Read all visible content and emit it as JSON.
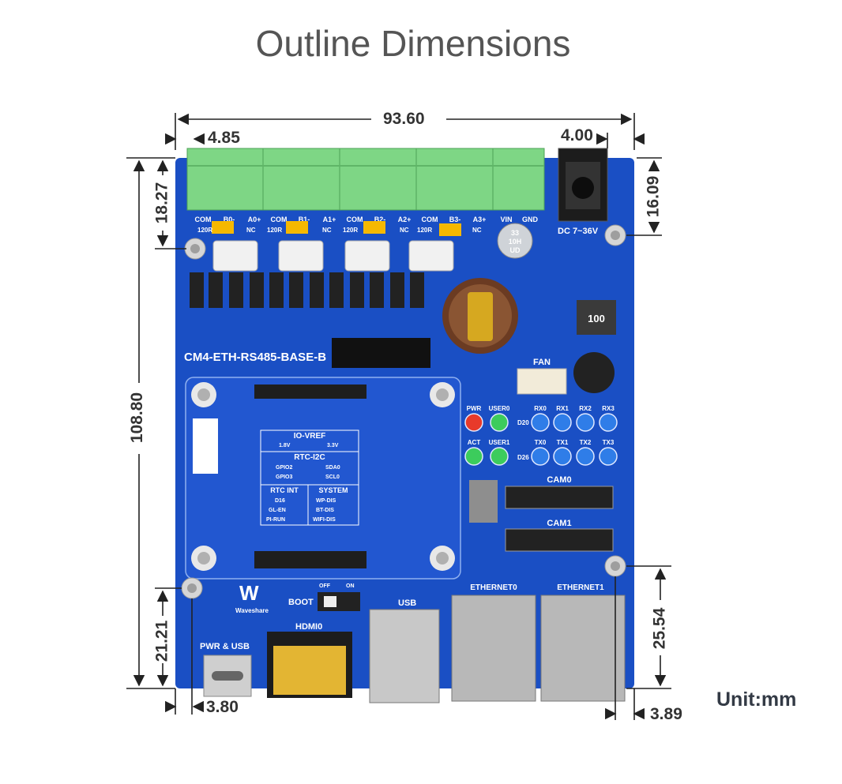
{
  "title": "Outline Dimensions",
  "unit_label": "Unit:mm",
  "dimensions": {
    "width_total": "93.60",
    "terminal_offset": "4.85",
    "dc_jack_offset": "4.00",
    "dc_jack_height": "16.09",
    "terminal_height": "18.27",
    "height_total": "108.80",
    "hole_bottom_left": "21.21",
    "usbc_offset": "3.80",
    "eth_height": "25.54",
    "eth_offset": "3.89"
  },
  "board": {
    "model": "CM4-ETH-RS485-BASE-B",
    "brand": "Waveshare",
    "terminal_labels": [
      "COM",
      "B0-",
      "A0+",
      "COM",
      "B1-",
      "A1+",
      "COM",
      "B2-",
      "A2+",
      "COM",
      "B3-",
      "A3+",
      "VIN",
      "GND"
    ],
    "jumper_labels": [
      "120R",
      "NC",
      "120R",
      "NC",
      "120R",
      "NC",
      "120R",
      "NC"
    ],
    "dc_label": "DC 7~36V",
    "fan_label": "FAN",
    "led_labels_row1": [
      "PWR",
      "USER0",
      "RX0",
      "RX1",
      "RX2",
      "RX3"
    ],
    "led_labels_row2": [
      "ACT",
      "USER1",
      "TX0",
      "TX1",
      "TX2",
      "TX3"
    ],
    "led_designators": [
      "D20",
      "D26"
    ],
    "cam_labels": [
      "CAM0",
      "CAM1"
    ],
    "eth_labels": [
      "ETHERNET0",
      "ETHERNET1"
    ],
    "usb_label": "USB",
    "hdmi_label": "HDMI0",
    "pwr_usb_label": "PWR & USB",
    "boot_label": "BOOT",
    "boot_off": "OFF",
    "boot_on": "ON",
    "config": {
      "io_vref": "IO-VREF",
      "v18": "1.8V",
      "v33": "3.3V",
      "rtc_i2c": "RTC-I2C",
      "gpio2": "GPIO2",
      "sda0": "SDA0",
      "gpio3": "GPIO3",
      "scl0": "SCL0",
      "rtc_int": "RTC INT",
      "system": "SYSTEM",
      "d16": "D16",
      "gl_en": "GL-EN",
      "pi_run": "PI-RUN",
      "wp_dis": "WP-DIS",
      "bt_dis": "BT-DIS",
      "wifi_dis": "WIFI-DIS"
    },
    "inductor_code": "100",
    "cap_code": [
      "33",
      "10H",
      "UD"
    ]
  },
  "colors": {
    "pcb": "#1a4fc4",
    "terminal": "#7ed685",
    "dim_line": "#222222",
    "led_red": "#e83a2a",
    "led_green": "#3ccc5c",
    "led_blue": "#2f7de8"
  }
}
